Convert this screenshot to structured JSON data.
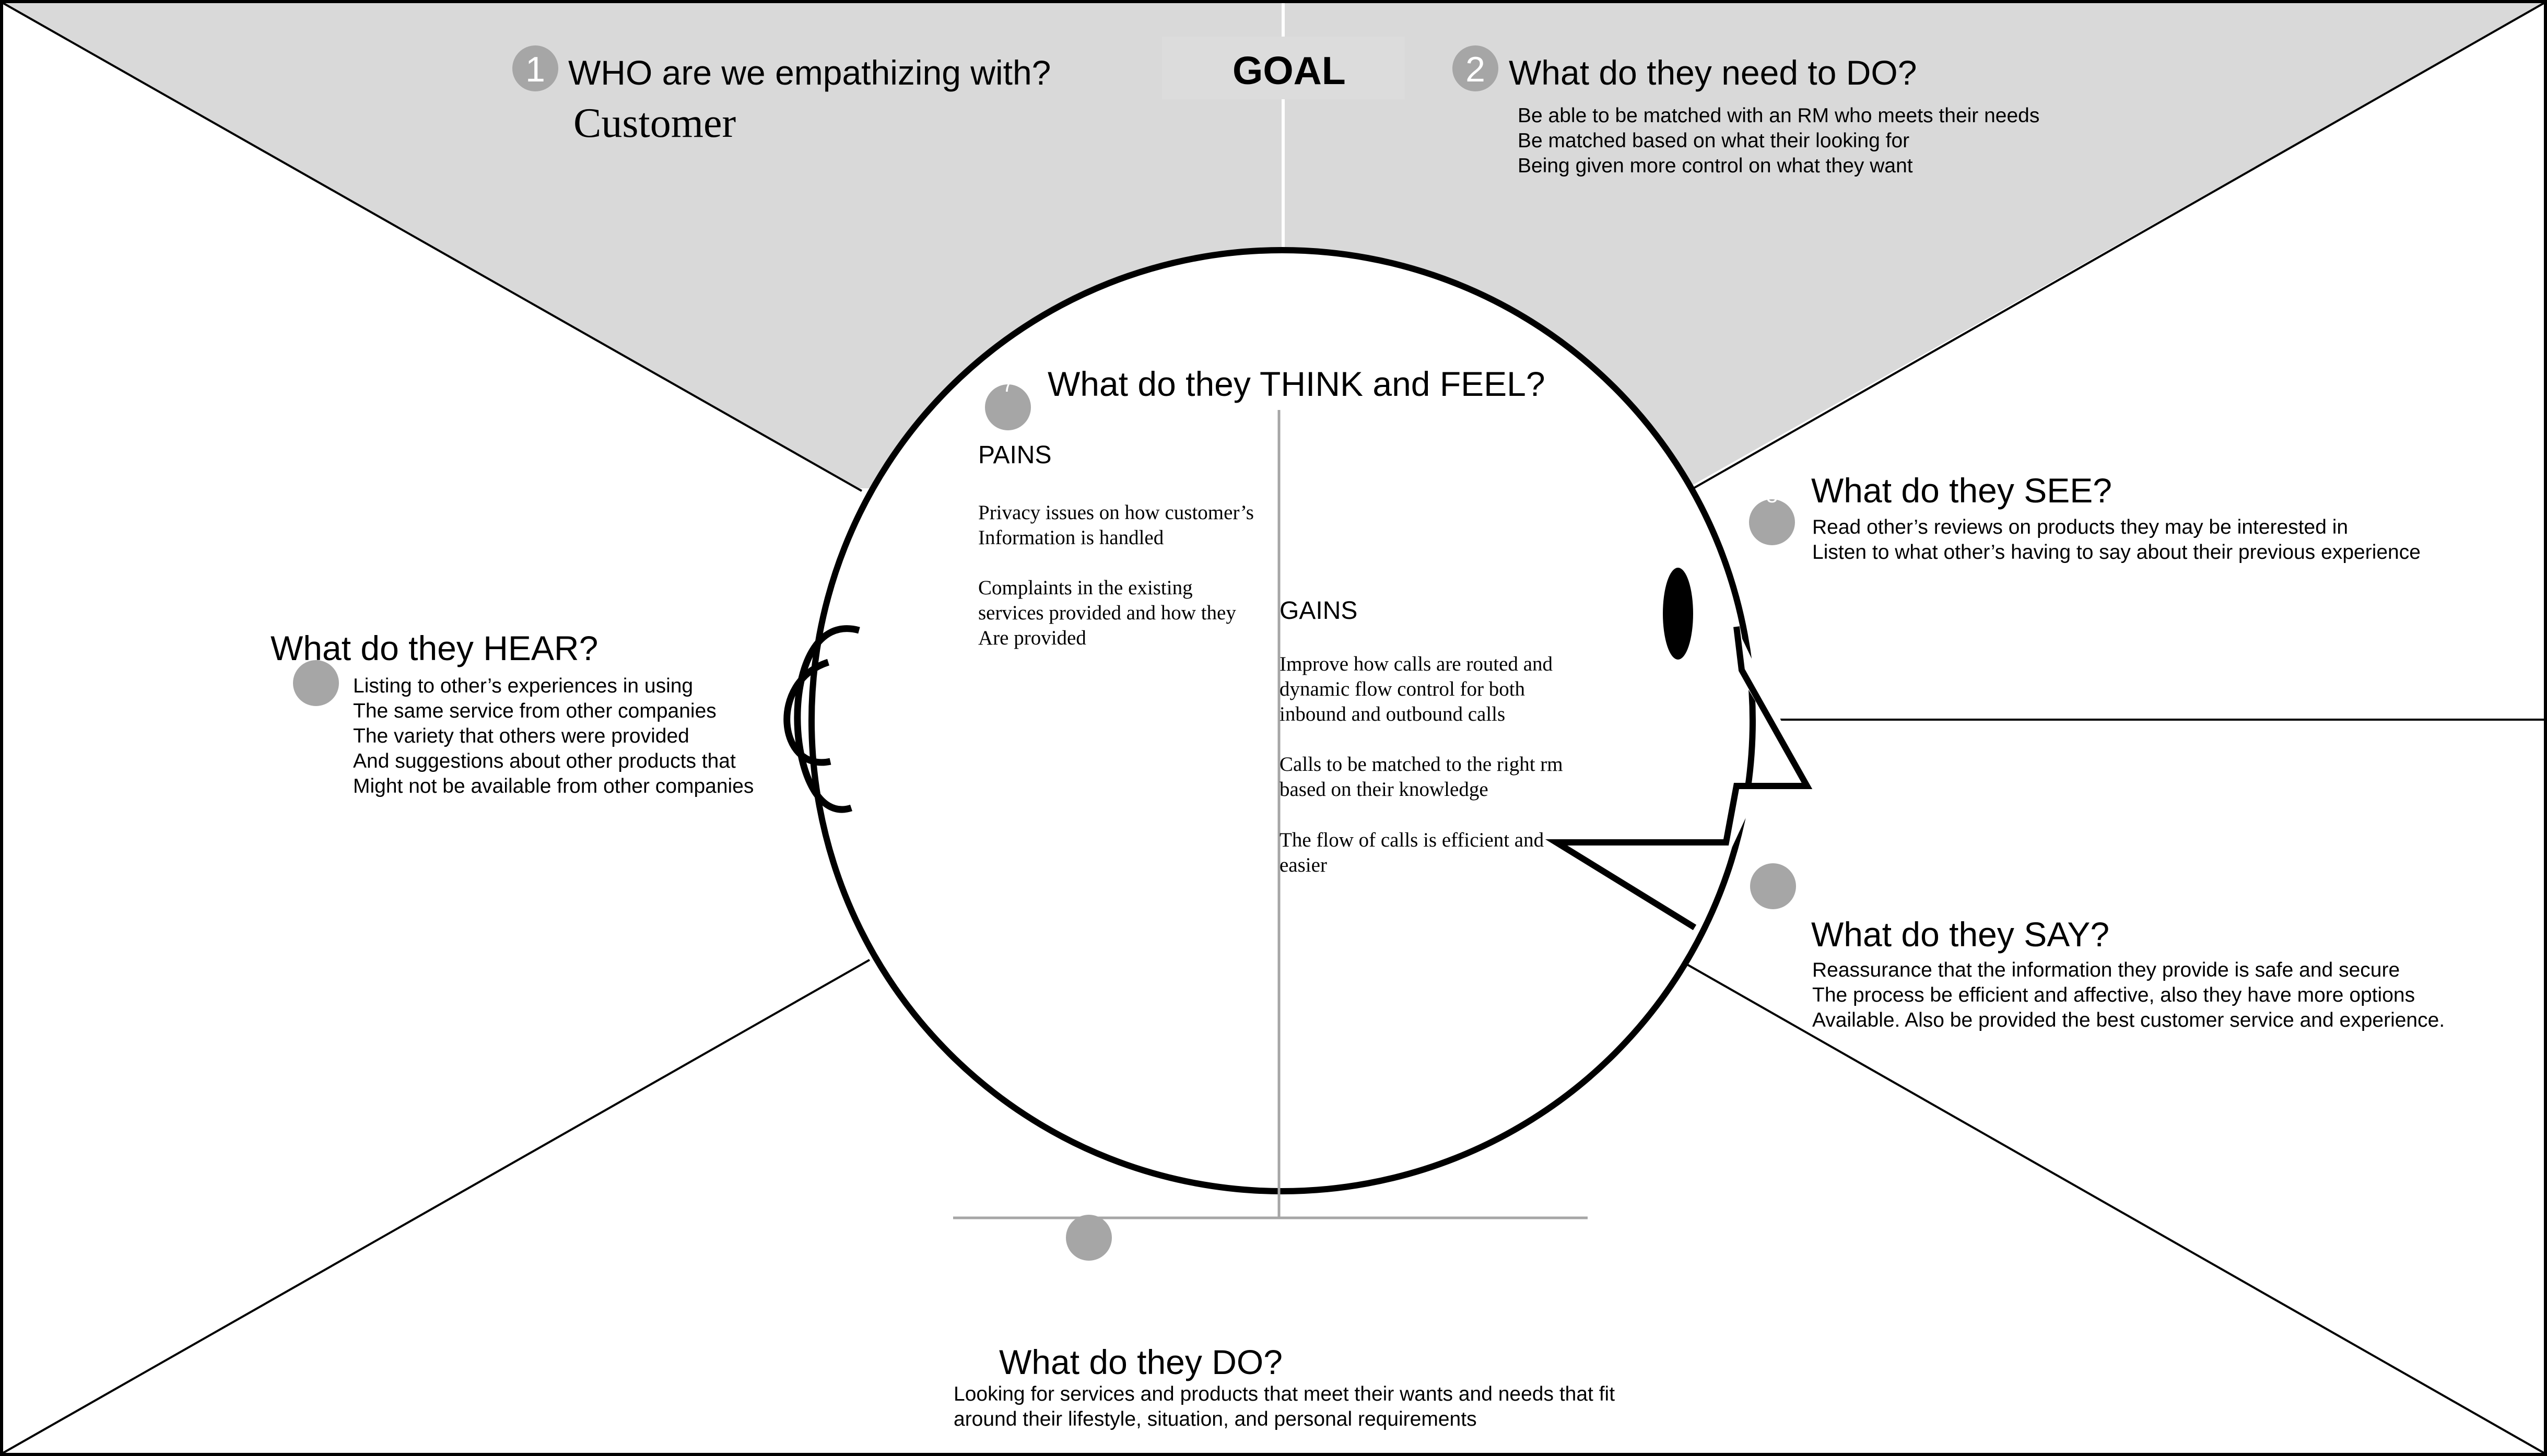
{
  "diagram": {
    "colors": {
      "outline": "#000000",
      "top_region_fill": "#d9d9d9",
      "marker_fill": "#a6a6a6",
      "goal_label_bg": "#dcdcdc",
      "divider": "#ffffff",
      "inner_axis": "#a6a6a6"
    },
    "goal": {
      "label": "GOAL"
    },
    "who": {
      "number": "1",
      "title": "WHO are we empathizing with?",
      "answer": "Customer"
    },
    "need_to_do": {
      "number": "2",
      "title": "What do they need to DO?",
      "lines": [
        "Be able to be matched with an RM who meets their needs",
        "Be matched based on what their looking for",
        "Being given more control on what they want"
      ]
    },
    "think_feel": {
      "number": "7",
      "title": "What do they THINK and FEEL?",
      "pains": {
        "label": "PAINS",
        "items": [
          [
            "Privacy issues on how customer’s",
            "Information is handled"
          ],
          [
            "Complaints in the existing",
            "services provided and how they",
            "Are provided"
          ]
        ]
      },
      "gains": {
        "label": "GAINS",
        "items": [
          [
            "Improve how calls are routed and",
            "dynamic flow control for both",
            "inbound and outbound calls"
          ],
          [
            "Calls to be matched to the right rm",
            "based on their knowledge"
          ],
          [
            "The flow of calls is efficient and",
            "easier"
          ]
        ]
      }
    },
    "see": {
      "number": "3",
      "title": "What do they SEE?",
      "lines": [
        "Read other’s reviews on products they may be interested in",
        "Listen to what other’s having to say about their previous experience"
      ]
    },
    "say": {
      "title": "What do they SAY?",
      "lines": [
        "Reassurance that the information they provide is safe and secure",
        "The process be efficient and affective, also they have more options",
        "Available.  Also be provided the best customer service and experience."
      ]
    },
    "hear": {
      "title": "What do they HEAR?",
      "lines": [
        "Listing to other’s experiences in using",
        "The same service from other companies",
        "The variety that others were provided",
        "And suggestions about other products that",
        "Might not be available from other companies"
      ]
    },
    "do": {
      "title": "What do they DO?",
      "lines": [
        "Looking for services and products that meet their wants and needs that fit",
        "around their lifestyle, situation, and personal requirements"
      ]
    }
  }
}
